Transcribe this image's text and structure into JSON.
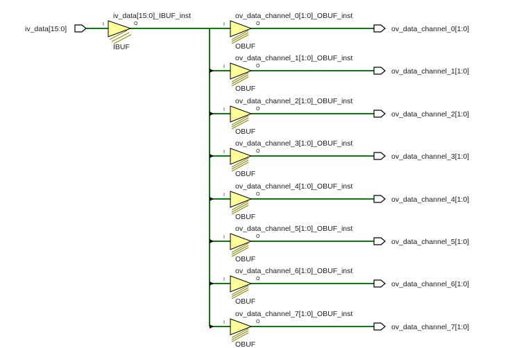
{
  "input_port": {
    "label": "iv_data[15:0]"
  },
  "ibuf": {
    "instance": "iv_data[15:0]_IBUF_inst",
    "type": "IBUF",
    "pin_in": "I",
    "pin_out": "O"
  },
  "channels": [
    {
      "instance": "ov_data_channel_0[1:0]_OBUF_inst",
      "type": "OBUF",
      "pin_in": "I",
      "pin_out": "O",
      "port": "ov_data_channel_0[1:0]"
    },
    {
      "instance": "ov_data_channel_1[1:0]_OBUF_inst",
      "type": "OBUF",
      "pin_in": "I",
      "pin_out": "O",
      "port": "ov_data_channel_1[1:0]"
    },
    {
      "instance": "ov_data_channel_2[1:0]_OBUF_inst",
      "type": "OBUF",
      "pin_in": "I",
      "pin_out": "O",
      "port": "ov_data_channel_2[1:0]"
    },
    {
      "instance": "ov_data_channel_3[1:0]_OBUF_inst",
      "type": "OBUF",
      "pin_in": "I",
      "pin_out": "O",
      "port": "ov_data_channel_3[1:0]"
    },
    {
      "instance": "ov_data_channel_4[1:0]_OBUF_inst",
      "type": "OBUF",
      "pin_in": "I",
      "pin_out": "O",
      "port": "ov_data_channel_4[1:0]"
    },
    {
      "instance": "ov_data_channel_5[1:0]_OBUF_inst",
      "type": "OBUF",
      "pin_in": "I",
      "pin_out": "O",
      "port": "ov_data_channel_5[1:0]"
    },
    {
      "instance": "ov_data_channel_6[1:0]_OBUF_inst",
      "type": "OBUF",
      "pin_in": "I",
      "pin_out": "O",
      "port": "ov_data_channel_6[1:0]"
    },
    {
      "instance": "ov_data_channel_7[1:0]_OBUF_inst",
      "type": "OBUF",
      "pin_in": "I",
      "pin_out": "O",
      "port": "ov_data_channel_7[1:0]"
    }
  ],
  "colors": {
    "wire": "#0a7a0a",
    "buffer_fill": "#ffff9a",
    "background": "#ffffff"
  }
}
